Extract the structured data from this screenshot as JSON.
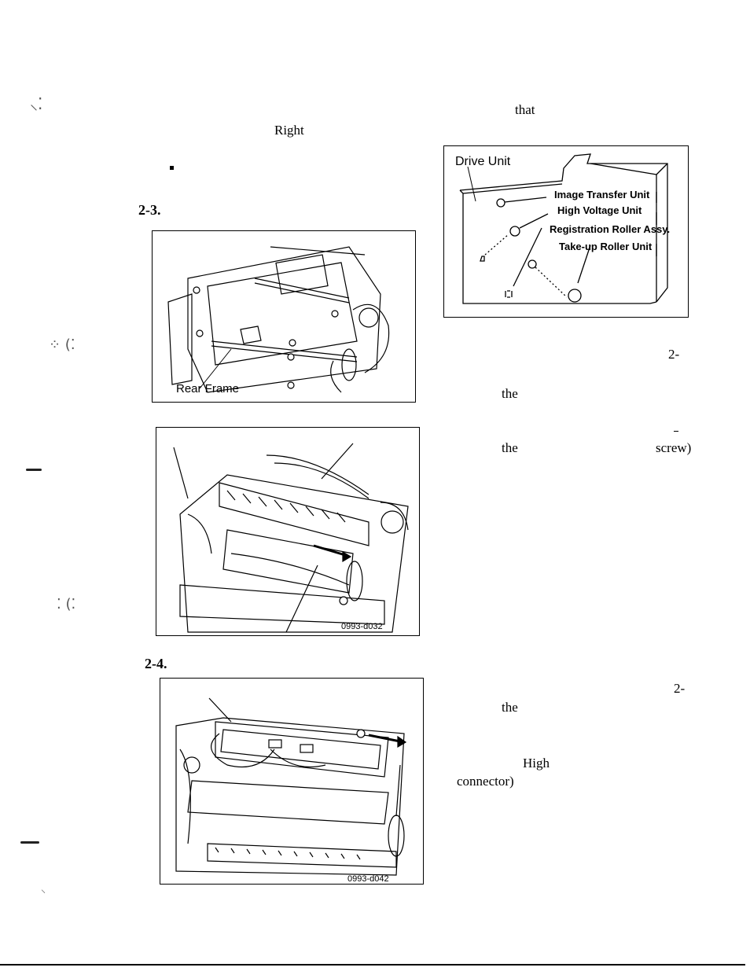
{
  "text_fragments": {
    "right": "Right",
    "that": "that",
    "fig_2_3": "2-3.",
    "fig_2_4": "2-4.",
    "two_a": "2-",
    "the_a": "the",
    "the_b": "the",
    "screw": "screw)",
    "two_b": "2-",
    "the_c": "the",
    "high": "High",
    "connector": "connector)"
  },
  "figure_rear": {
    "label": "Rear Frame"
  },
  "figure_middle": {
    "code": "0993-d032"
  },
  "figure_bottom": {
    "code": "0993-d042"
  },
  "figure_drive": {
    "drive_unit": "Drive Unit",
    "image_transfer": "Image Transfer Unit",
    "high_voltage": "High Voltage Unit",
    "registration": "Registration Roller Assy.",
    "takeup": "Take-up Roller Unit"
  }
}
